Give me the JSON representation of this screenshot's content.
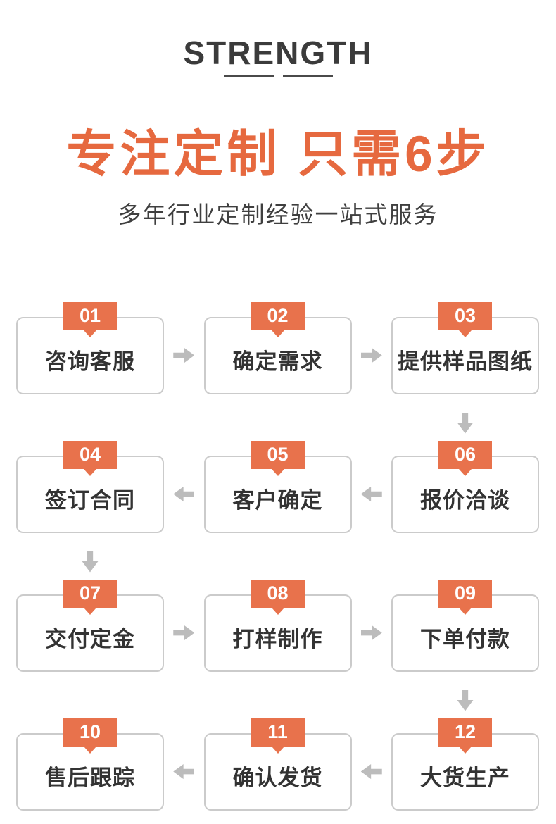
{
  "theme": {
    "accent_orange": "#e8724c",
    "heading_orange": "#e6693f",
    "arrow_gray": "#bcbcbc",
    "card_border_gray": "#cbcbcb",
    "heading_dark": "#3b3b3b",
    "card_text_dark": "#333333"
  },
  "header": {
    "eyebrow": "STRENGTH",
    "title": "专注定制 只需6步",
    "subtitle": "多年行业定制经验一站式服务"
  },
  "steps": [
    {
      "num": "01",
      "label": "咨询客服"
    },
    {
      "num": "02",
      "label": "确定需求"
    },
    {
      "num": "03",
      "label": "提供样品图纸"
    },
    {
      "num": "04",
      "label": "签订合同"
    },
    {
      "num": "05",
      "label": "客户确定"
    },
    {
      "num": "06",
      "label": "报价洽谈"
    },
    {
      "num": "07",
      "label": "交付定金"
    },
    {
      "num": "08",
      "label": "打样制作"
    },
    {
      "num": "09",
      "label": "下单付款"
    },
    {
      "num": "10",
      "label": "售后跟踪"
    },
    {
      "num": "11",
      "label": "确认发货"
    },
    {
      "num": "12",
      "label": "大货生产"
    }
  ],
  "flow": {
    "rows": [
      {
        "display_order": [
          "01",
          "02",
          "03"
        ],
        "arrow_direction": "right"
      },
      {
        "display_order": [
          "04",
          "05",
          "06"
        ],
        "arrow_direction": "left"
      },
      {
        "display_order": [
          "07",
          "08",
          "09"
        ],
        "arrow_direction": "right"
      },
      {
        "display_order": [
          "10",
          "11",
          "12"
        ],
        "arrow_direction": "left"
      }
    ],
    "connectors_between_rows": [
      {
        "from": "03",
        "to": "06",
        "column": 3,
        "direction": "down"
      },
      {
        "from": "04",
        "to": "07",
        "column": 1,
        "direction": "down"
      },
      {
        "from": "09",
        "to": "12",
        "column": 3,
        "direction": "down"
      }
    ]
  }
}
